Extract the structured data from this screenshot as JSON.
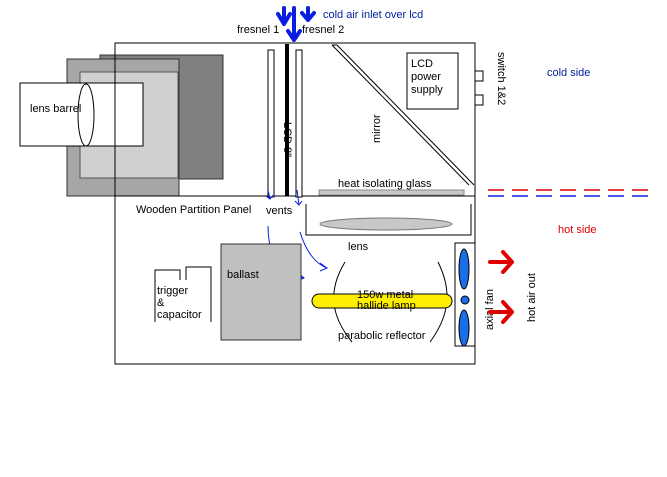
{
  "labels": {
    "cold_air_inlet": "cold air inlet over lcd",
    "fresnel_1": "fresnel 1",
    "fresnel_2": "fresnel 2",
    "lens_barrel": "lens barrel",
    "lcd": "LCD 8\"",
    "mirror": "mirror",
    "lcd_power_supply": [
      "LCD",
      "power",
      "supply"
    ],
    "switch": "switch 1&2",
    "cold_side": "cold side",
    "heat_isolating_glass": "heat isolating glass",
    "partition_panel": "Wooden Partition Panel",
    "vents": "vents",
    "hot_side": "hot side",
    "lens": "lens",
    "ballast": "ballast",
    "trigger_capacitor": [
      "trigger",
      "&",
      "capacitor"
    ],
    "lamp": [
      "150w metal",
      "hallide lamp"
    ],
    "parabolic_reflector": "parabolic reflector",
    "axial_fan": "axial fan",
    "hot_air_out": "hot air out"
  },
  "colors": {
    "cold_label": "#00239c",
    "cold_arrow": "#0a1ee0",
    "hot_label": "#e00000",
    "lamp": "#ffee00",
    "fan_blade": "#1a6fe8",
    "ballast": "#c0c0c0",
    "heat_glass": "#c8c8c8"
  }
}
